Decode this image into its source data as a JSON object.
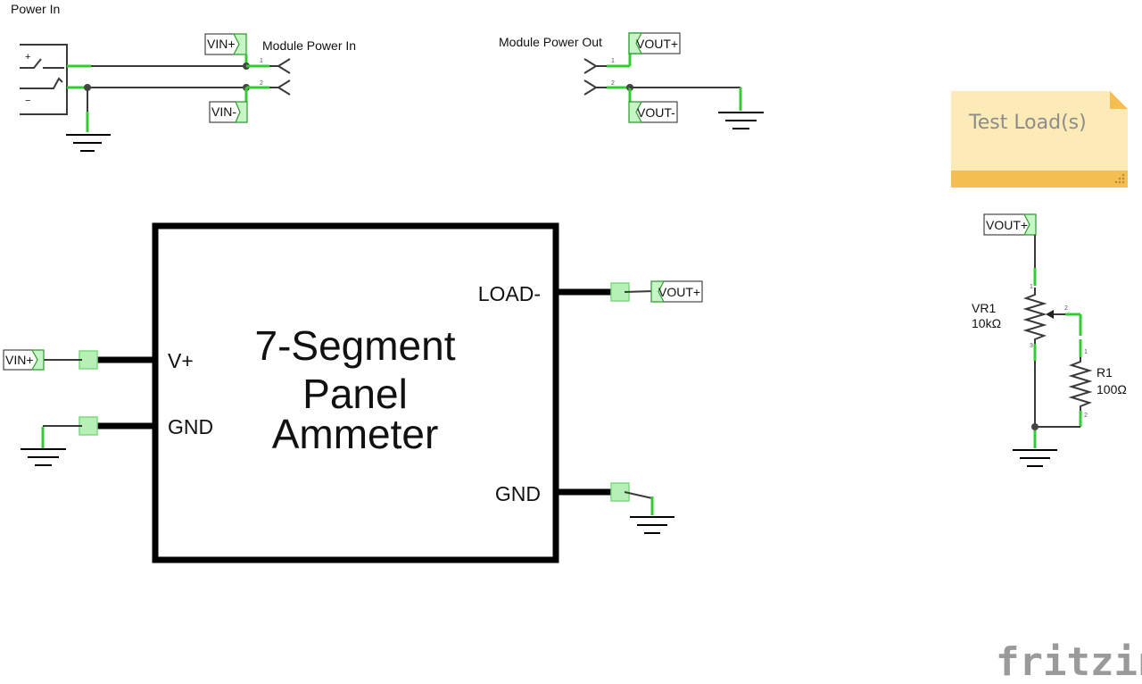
{
  "sections": {
    "power_in": "Power In",
    "module_power_in": "Module Power In",
    "module_power_out": "Module Power Out"
  },
  "net_labels": {
    "vin_plus": "VIN+",
    "vin_minus": "VIN-",
    "vout_plus": "VOUT+",
    "vout_minus": "VOUT-"
  },
  "jack": {
    "plus": "+",
    "minus": "−"
  },
  "pin_numbers": {
    "p1": "1",
    "p2": "2",
    "p3": "3"
  },
  "ammeter": {
    "title_lines": [
      "7-Segment",
      "Panel",
      "Ammeter"
    ],
    "pins": {
      "v_plus": "V+",
      "gnd_left": "GND",
      "load_minus": "LOAD-",
      "gnd_right": "GND"
    }
  },
  "note": {
    "text": "Test Load(s)",
    "bg": "#fcebb6",
    "stripe": "#f4bf50"
  },
  "components": {
    "vr1": {
      "ref": "VR1",
      "value": "10kΩ"
    },
    "r1": {
      "ref": "R1",
      "value": "100Ω"
    }
  },
  "brand": {
    "logo": "fritzing",
    "color": "#9a9a9a"
  },
  "colors": {
    "wire": "#3a3a3a",
    "connected_end": "#33cc33"
  }
}
